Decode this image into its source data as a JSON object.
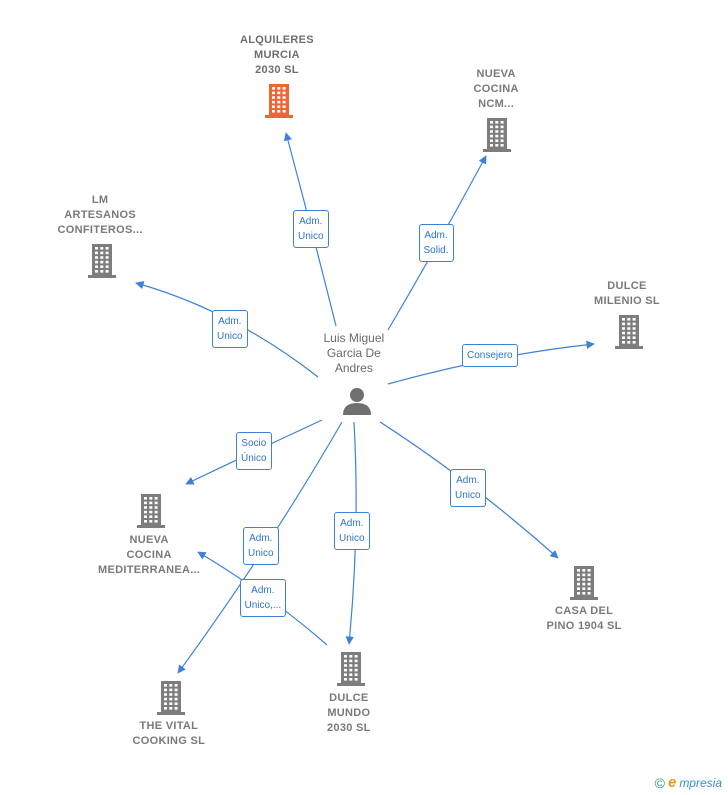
{
  "colors": {
    "edge": "#3d82d6",
    "building": "#7d7d7d",
    "building_highlight": "#f26430",
    "person": "#6f6f6f"
  },
  "person": {
    "name": "Luis Miguel\nGarcia De\nAndres",
    "icon": "person-icon"
  },
  "companies": [
    {
      "id": "alquileres",
      "name": "ALQUILERES\nMURCIA\n2030  SL",
      "highlight": true
    },
    {
      "id": "nueva-ncm",
      "name": "NUEVA\nCOCINA\nNCM...",
      "highlight": false
    },
    {
      "id": "lm",
      "name": "LM\nARTESANOS\nCONFITEROS...",
      "highlight": false
    },
    {
      "id": "dulce-milenio",
      "name": "DULCE\nMILENIO  SL",
      "highlight": false
    },
    {
      "id": "nueva-med",
      "name": "NUEVA\nCOCINA\nMEDITERRANEA...",
      "highlight": false
    },
    {
      "id": "casa-pino",
      "name": "CASA DEL\nPINO 1904  SL",
      "highlight": false
    },
    {
      "id": "dulce-mundo",
      "name": "DULCE\nMUNDO\n2030  SL",
      "highlight": false
    },
    {
      "id": "vital",
      "name": "THE VITAL\nCOOKING  SL",
      "highlight": false
    }
  ],
  "relations": [
    {
      "to": "alquileres",
      "label": "Adm.\nUnico"
    },
    {
      "to": "nueva-ncm",
      "label": "Adm.\nSolid."
    },
    {
      "to": "lm",
      "label": "Adm.\nUnico"
    },
    {
      "to": "dulce-milenio",
      "label": "Consejero"
    },
    {
      "to": "nueva-med",
      "label": "Socio\nÚnico"
    },
    {
      "to": "casa-pino",
      "label": "Adm.\nUnico"
    },
    {
      "to": "dulce-mundo",
      "label": "Adm.\nUnico"
    },
    {
      "to": "vital",
      "label": "Adm.\nUnico"
    }
  ],
  "extra_relation": {
    "from": "dulce-mundo",
    "to": "nueva-med",
    "label": "Adm.\nUnico,..."
  },
  "footer": {
    "copyright": "©",
    "brand_initial": "e",
    "brand_rest": "mpresia"
  }
}
